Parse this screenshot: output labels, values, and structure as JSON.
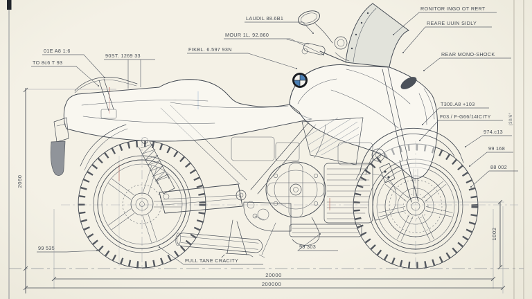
{
  "colors": {
    "paper": "#f2efe4",
    "ink": "#454b54",
    "light_ink": "#9aa0a8",
    "accent_red": "#bf6a60",
    "accent_blue": "#7d9fc0",
    "bmw_blue": "#4a7fb5"
  },
  "icons": {
    "brand_logo": "bmw-roundel"
  },
  "callouts": [
    {
      "text": "01E A8 1:6"
    },
    {
      "text": "TO 8c6 T 93"
    },
    {
      "text": "90ST. 1269 33"
    },
    {
      "text": "FIKBL. 6.597 93N"
    },
    {
      "text": "MOUR 1L. 92.860"
    },
    {
      "text": "LAUDIL 88.6B1"
    },
    {
      "text": "RONITOR INGO OT RERT"
    },
    {
      "text": "REARE UUIN SIDLY"
    },
    {
      "text": "REAR MONO-SHOCK"
    },
    {
      "text": "T300.A8 +103"
    },
    {
      "text": "F03./ F-G66/14ICITY"
    },
    {
      "text": "974.c13"
    },
    {
      "text": "99 168"
    },
    {
      "text": "88 002"
    },
    {
      "text": "99 535"
    },
    {
      "text": "FULL TANE CRACITY"
    },
    {
      "text": "99 303"
    }
  ],
  "dimensions": {
    "overall_inner": "20000",
    "overall_outer": "200000",
    "left_height": "2060",
    "right_height": "1002",
    "margin_note": "(30/6°"
  }
}
